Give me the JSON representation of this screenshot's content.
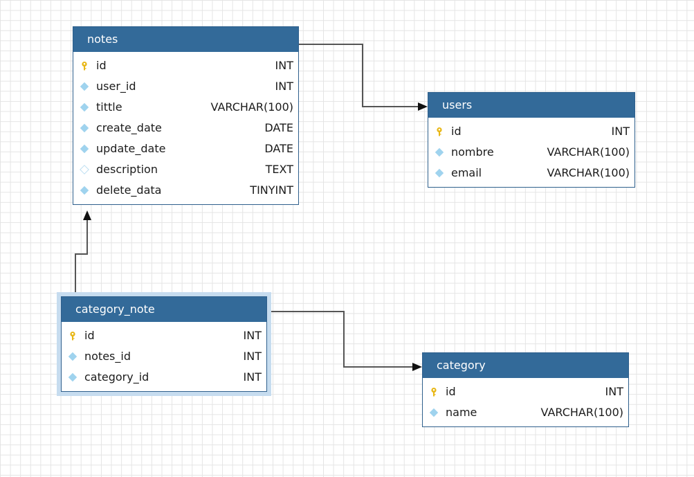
{
  "diagram": {
    "tables": [
      {
        "id": "notes",
        "name": "notes",
        "columns": [
          {
            "name": "id",
            "type": "INT",
            "kind": "primary-key"
          },
          {
            "name": "user_id",
            "type": "INT",
            "kind": "not-null"
          },
          {
            "name": "tittle",
            "type": "VARCHAR(100)",
            "kind": "not-null"
          },
          {
            "name": "create_date",
            "type": "DATE",
            "kind": "not-null"
          },
          {
            "name": "update_date",
            "type": "DATE",
            "kind": "not-null"
          },
          {
            "name": "description",
            "type": "TEXT",
            "kind": "nullable"
          },
          {
            "name": "delete_data",
            "type": "TINYINT",
            "kind": "not-null"
          }
        ]
      },
      {
        "id": "users",
        "name": "users",
        "columns": [
          {
            "name": "id",
            "type": "INT",
            "kind": "primary-key"
          },
          {
            "name": "nombre",
            "type": "VARCHAR(100)",
            "kind": "not-null"
          },
          {
            "name": "email",
            "type": "VARCHAR(100)",
            "kind": "not-null"
          }
        ]
      },
      {
        "id": "category_note",
        "name": "category_note",
        "selected": true,
        "columns": [
          {
            "name": "id",
            "type": "INT",
            "kind": "primary-key"
          },
          {
            "name": "notes_id",
            "type": "INT",
            "kind": "not-null"
          },
          {
            "name": "category_id",
            "type": "INT",
            "kind": "not-null"
          }
        ]
      },
      {
        "id": "category",
        "name": "category",
        "columns": [
          {
            "name": "id",
            "type": "INT",
            "kind": "primary-key"
          },
          {
            "name": "name",
            "type": "VARCHAR(100)",
            "kind": "not-null"
          }
        ]
      }
    ],
    "relations": [
      {
        "from": "notes",
        "to": "users"
      },
      {
        "from": "category_note",
        "to": "notes"
      },
      {
        "from": "category_note",
        "to": "category"
      }
    ],
    "icons": {
      "primary-key": "key-icon",
      "not-null": "filled-diamond-icon",
      "nullable": "empty-diamond-icon"
    },
    "colors": {
      "header": "#336a99",
      "border": "#2e5f8c",
      "selection": "#c6dcef",
      "key": "#e8b716",
      "diamond": "#9fd3ee",
      "connector": "#555555",
      "arrow": "#111111"
    }
  }
}
